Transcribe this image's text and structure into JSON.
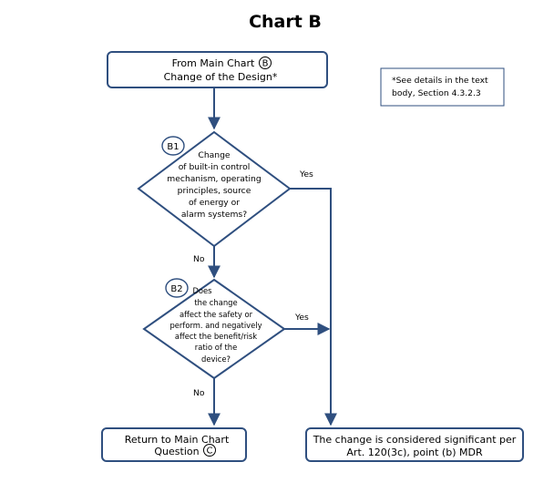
{
  "title": "Chart B",
  "note": {
    "lines": [
      "*See details in the text",
      "body, Section 4.3.2.3"
    ]
  },
  "start": {
    "line1": "From Main Chart",
    "marker": "B",
    "line2": "Change of the Design*"
  },
  "b1": {
    "label": "B1",
    "lines": [
      "Change",
      "of built-in control",
      "mechanism, operating",
      "principles, source",
      "of energy or",
      "alarm systems?"
    ],
    "yes": "Yes",
    "no": "No"
  },
  "b2": {
    "label": "B2",
    "lines": [
      "Does",
      "the change",
      "affect the safety or",
      "perform. and negatively",
      "affect the benefit/risk",
      "ratio of the",
      "device?"
    ],
    "yes": "Yes",
    "no": "No"
  },
  "return_box": {
    "line1": "Return to Main Chart",
    "line2": "Question",
    "marker": "C"
  },
  "significant_box": {
    "lines": [
      "The change is considered significant per",
      "Art. 120(3c), point (b) MDR"
    ]
  }
}
